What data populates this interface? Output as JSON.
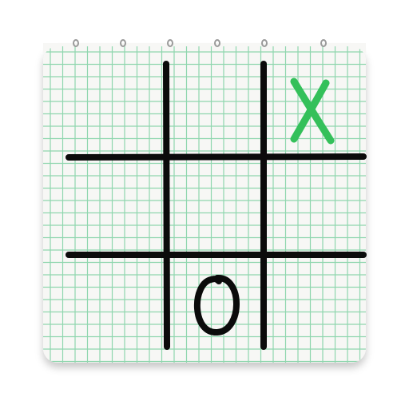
{
  "app": {
    "icon_name": "tic-tac-toe-notebook-app-icon"
  },
  "colors": {
    "paper": "#f7f7f5",
    "grid_line": "#8fd6ae",
    "board_line": "#0b0b0b",
    "x_mark": "#34c05a",
    "o_mark": "#0b0b0b",
    "spiral": "#9a9a9a",
    "shadow": "#c9c9c9"
  },
  "board": {
    "rows": 3,
    "cols": 3,
    "cells": [
      [
        "",
        "",
        "X"
      ],
      [
        "",
        "",
        ""
      ],
      [
        "",
        "O",
        ""
      ]
    ]
  }
}
